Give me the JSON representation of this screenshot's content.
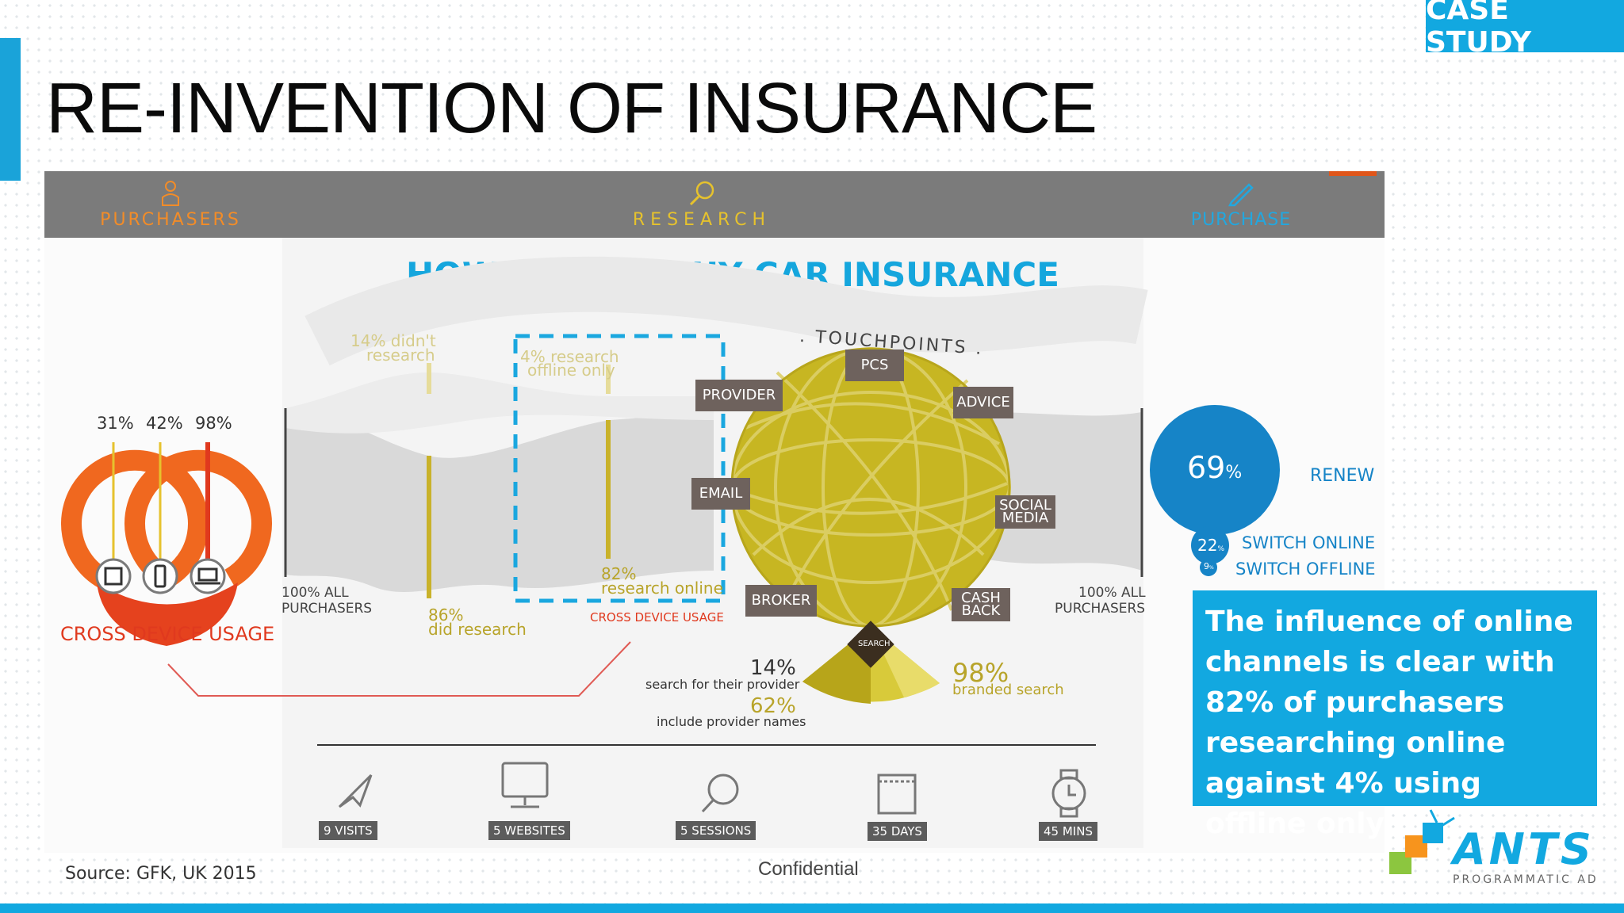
{
  "slide": {
    "tag": "CASE STUDY",
    "title": "RE-INVENTION OF INSURANCE",
    "source": "Source: GFK, UK 2015",
    "confidential": "Confidential",
    "accent_color": "#12a8e0"
  },
  "infographic": {
    "nav": {
      "purchasers": "PURCHASERS",
      "research": "RESEARCH",
      "purchase": "PURCHASE"
    },
    "heading": "HOW PEOPLE BUY CAR INSURANCE",
    "devices": {
      "pct_1": "31%",
      "pct_2": "42%",
      "pct_3": "98%",
      "label": "CROSS DEVICE USAGE"
    },
    "flow": {
      "all_purchasers_left_1": "100% ALL",
      "all_purchasers_left_2": "PURCHASERS",
      "didnt_research_pct": "14% didn't",
      "didnt_research_text": "research",
      "did_research_pct": "86%",
      "did_research_text": "did research",
      "offline_only_pct": "4% research",
      "offline_only_text": "offline only",
      "online_pct": "82%",
      "online_text": "research online",
      "cross_device_note": "CROSS DEVICE USAGE",
      "all_purchasers_right_1": "100% ALL",
      "all_purchasers_right_2": "PURCHASERS"
    },
    "touchpoints": {
      "arc_label": ". TOUCHPOINTS .",
      "pcs": "PCS",
      "provider": "PROVIDER",
      "advice": "ADVICE",
      "email": "EMAIL",
      "social_1": "SOCIAL",
      "social_2": "MEDIA",
      "broker": "BROKER",
      "cash_1": "CASH",
      "cash_2": "BACK",
      "search": "SEARCH"
    },
    "search_stats": {
      "provider_pct": "14%",
      "provider_text": "search for their provider",
      "names_pct": "62%",
      "names_text": "include provider names",
      "branded_pct": "98%",
      "branded_text": "branded search"
    },
    "outcomes": {
      "renew_pct": "69",
      "renew_unit": "%",
      "renew_label": "RENEW",
      "online_pct": "22",
      "online_unit": "%",
      "online_label": "SWITCH ONLINE",
      "offline_pct": "9",
      "offline_unit": "%",
      "offline_label": "SWITCH OFFLINE"
    },
    "journey": [
      {
        "label": "9 VISITS",
        "icon": "cursor-icon"
      },
      {
        "label": "5 WEBSITES",
        "icon": "monitor-icon"
      },
      {
        "label": "5 SESSIONS",
        "icon": "magnifier-icon"
      },
      {
        "label": "35 DAYS",
        "icon": "calendar-icon"
      },
      {
        "label": "45 MINS",
        "icon": "watch-icon"
      }
    ],
    "colors": {
      "olive": "#c9b22a",
      "orange": "#f0681f",
      "grey_box": "#6e625d",
      "blue": "#1684c7"
    }
  },
  "callout": {
    "text": "The influence of online channels is clear with 82% of purchasers researching online against 4% using offline only."
  },
  "logo": {
    "brand": "ANTS",
    "tagline": "PROGRAMMATIC AD"
  }
}
